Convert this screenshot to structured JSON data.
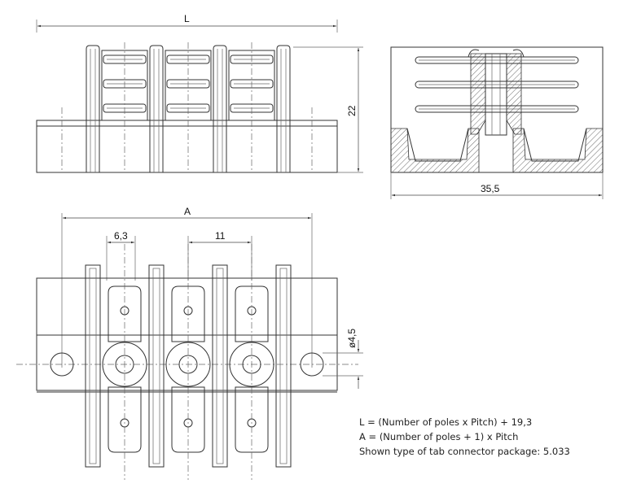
{
  "dimensions": {
    "length_label": "L",
    "height_label": "22",
    "depth_label": "35,5",
    "span_label": "A",
    "tab_width_label": "6,3",
    "pitch_label": "11",
    "hole_diameter_label": "ø4,5"
  },
  "notes": {
    "formula_length": "L = (Number of poles x Pitch) + 19,3",
    "formula_span": "A = (Number of poles + 1) x Pitch",
    "package_note": "Shown type of tab connector package: 5.033"
  },
  "colors": {
    "line": "#333333",
    "background": "#ffffff"
  }
}
